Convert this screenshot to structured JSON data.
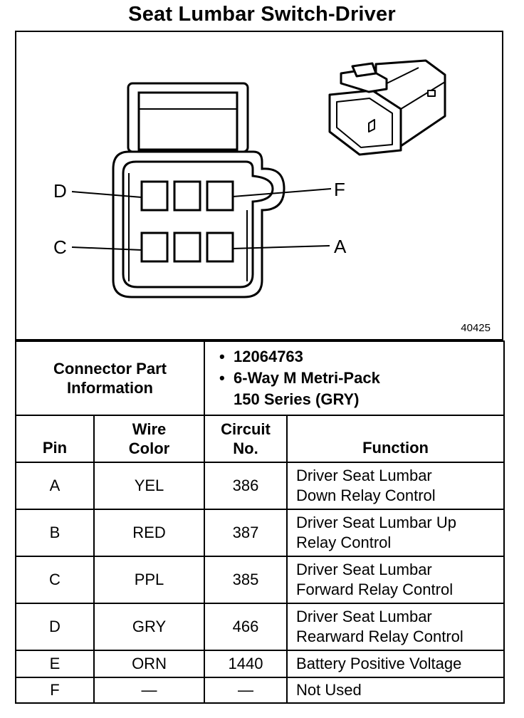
{
  "title": "Seat Lumbar Switch-Driver",
  "diagram": {
    "pin_labels": {
      "d": "D",
      "c": "C",
      "f": "F",
      "a": "A"
    },
    "figure_number": "40425"
  },
  "connector_info": {
    "label_line1": "Connector Part",
    "label_line2": "Information",
    "part_number": "12064763",
    "type_line1": "6-Way M Metri-Pack",
    "type_line2": "150 Series (GRY)"
  },
  "table": {
    "headers": {
      "pin": "Pin",
      "wire_color_line1": "Wire",
      "wire_color_line2": "Color",
      "circuit_line1": "Circuit",
      "circuit_line2": "No.",
      "function": "Function"
    },
    "rows": [
      {
        "pin": "A",
        "color": "YEL",
        "circuit": "386",
        "function_line1": "Driver Seat Lumbar",
        "function_line2": "Down Relay Control"
      },
      {
        "pin": "B",
        "color": "RED",
        "circuit": "387",
        "function_line1": "Driver Seat Lumbar Up",
        "function_line2": "Relay Control"
      },
      {
        "pin": "C",
        "color": "PPL",
        "circuit": "385",
        "function_line1": "Driver Seat Lumbar",
        "function_line2": "Forward Relay Control"
      },
      {
        "pin": "D",
        "color": "GRY",
        "circuit": "466",
        "function_line1": "Driver Seat Lumbar",
        "function_line2": "Rearward Relay Control"
      },
      {
        "pin": "E",
        "color": "ORN",
        "circuit": "1440",
        "function_line1": "Battery Positive Voltage",
        "function_line2": ""
      },
      {
        "pin": "F",
        "color": "—",
        "circuit": "—",
        "function_line1": "Not Used",
        "function_line2": ""
      }
    ]
  }
}
